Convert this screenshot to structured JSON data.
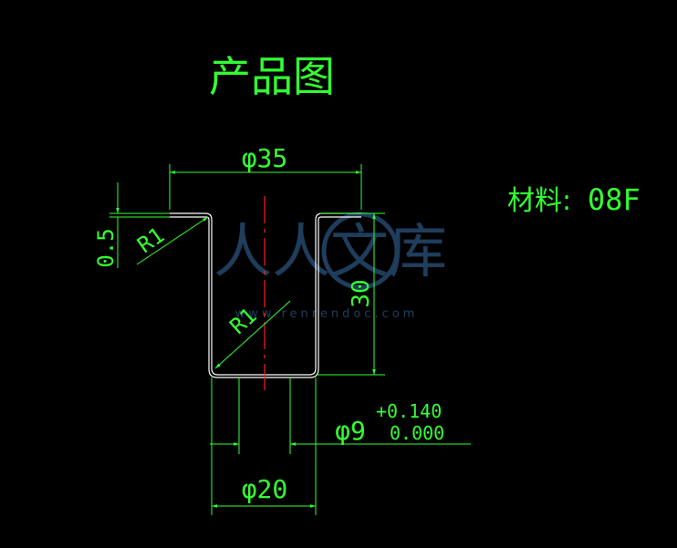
{
  "drawing": {
    "title": "产品图",
    "material_label": "材料:",
    "material_value": "08F",
    "watermark_cn": "人人文库",
    "watermark_url": "www.renrendoc.com"
  },
  "dimensions": {
    "outer_diameter": "φ35",
    "flange_thickness": "0.5",
    "radius_outer": "R1",
    "radius_inner": "R1",
    "height": "30",
    "inner_diameter": "φ9",
    "tolerance_upper": "+0.140",
    "tolerance_lower": "0.000",
    "bottom_diameter": "φ20"
  },
  "colors": {
    "background": "#000000",
    "dimension": "#33ff33",
    "outline": "#ffffff",
    "centerline": "#ff2020",
    "watermark": "#3a6fa8"
  }
}
